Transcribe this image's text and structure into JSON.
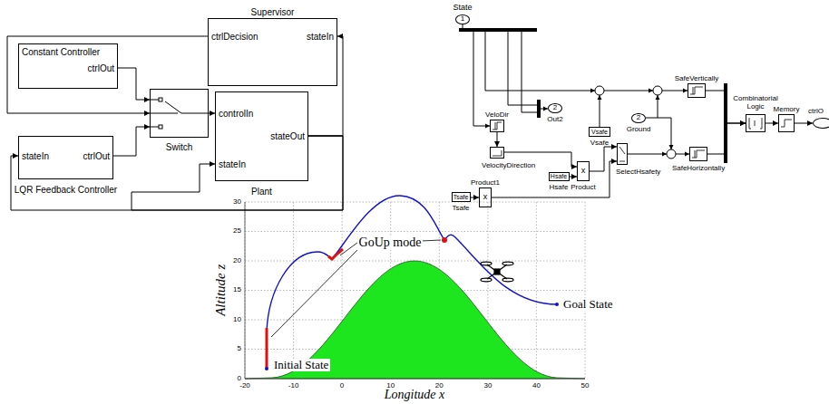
{
  "diagram": {
    "nodes": [
      {
        "text": [
          "Supervisor",
          "ctrlDecision",
          "stateIn"
        ]
      },
      {
        "text": [
          "Constant Controller",
          "ctrlOut"
        ]
      },
      {
        "text": [
          "stateIn",
          "ctrlOut",
          "LQR Feedback Controller"
        ]
      },
      {
        "text": [
          "Switch"
        ]
      },
      {
        "text": [
          "controlIn",
          "stateIn",
          "stateOut",
          "Plant"
        ]
      },
      {
        "text": [
          "State",
          "1"
        ]
      },
      {
        "text": [
          "VeloDir"
        ]
      },
      {
        "text": [
          "VelocityDirection"
        ]
      },
      {
        "text": [
          "Vsafe",
          "Vsafe"
        ]
      },
      {
        "text": [
          "2",
          "Out2"
        ]
      },
      {
        "text": [
          "2",
          "Ground"
        ]
      },
      {
        "text": [
          "Hsafe",
          "Hsafe"
        ]
      },
      {
        "text": [
          "x",
          "Product"
        ]
      },
      {
        "text": [
          "SelectHsafety"
        ]
      },
      {
        "text": [
          "Tsafe",
          "Tsafe"
        ]
      },
      {
        "text": [
          "x",
          "Product1"
        ]
      },
      {
        "text": [
          "SafeVertically"
        ]
      },
      {
        "text": [
          "SafeHorizontally"
        ]
      },
      {
        "text": [
          "Combinatorial Logic"
        ]
      },
      {
        "text": [
          "Memory"
        ]
      },
      {
        "text": [
          "ctrlO"
        ]
      }
    ],
    "edges": [
      {
        "from": 1,
        "to": 3,
        "arrow": "to"
      },
      {
        "from": 2,
        "to": 3,
        "arrow": "to"
      },
      {
        "from": 0,
        "to": 3,
        "arrow": "to"
      },
      {
        "from": 3,
        "to": 4,
        "arrow": "to"
      },
      {
        "from": 4,
        "to": 0,
        "arrow": "to"
      },
      {
        "from": 4,
        "to": 2,
        "arrow": "to"
      },
      {
        "from": 4,
        "to": 4,
        "arrow": "to"
      },
      {
        "from": 6,
        "to": 7,
        "arrow": "to"
      },
      {
        "from": 7,
        "to": 12,
        "arrow": "to"
      },
      {
        "from": 11,
        "to": 12,
        "arrow": "to"
      },
      {
        "from": 12,
        "to": 13,
        "arrow": "to"
      },
      {
        "from": 14,
        "to": 15,
        "arrow": "to"
      },
      {
        "from": 15,
        "to": 13,
        "arrow": "to"
      },
      {
        "from": 16,
        "to": 18,
        "arrow": "to"
      },
      {
        "from": 17,
        "to": 18,
        "arrow": "to"
      },
      {
        "from": 18,
        "to": 19,
        "arrow": "to"
      },
      {
        "from": 19,
        "to": 20,
        "arrow": "to"
      }
    ],
    "labels": [
      "GoUp mode",
      "Initial State",
      "Goal State",
      "Altitude z",
      "Longitude x",
      "-20",
      "-10",
      "0",
      "10",
      "20",
      "30",
      "40",
      "50",
      "0",
      "5",
      "10",
      "15",
      "20",
      "25",
      "30"
    ]
  }
}
